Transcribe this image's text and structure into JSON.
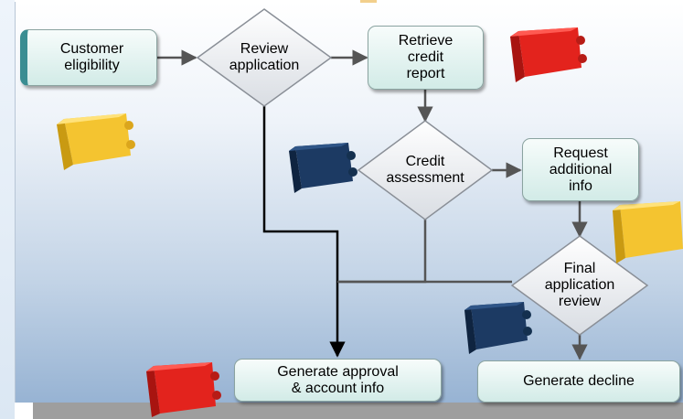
{
  "nodes": {
    "customer_eligibility": "Customer\neligibility",
    "review_application": "Review\napplication",
    "retrieve_credit_report": "Retrieve\ncredit\nreport",
    "credit_assessment": "Credit\nassessment",
    "request_additional_info": "Request\nadditional\ninfo",
    "final_application_review": "Final\napplication\nreview",
    "generate_approval": "Generate approval\n& account info",
    "generate_decline": "Generate decline"
  },
  "colors": {
    "box_fill_top": "#f7fcfb",
    "box_fill_bottom": "#d2ebe7",
    "accent_teal": "#3a8d92",
    "cube_red": "#e3231d",
    "cube_yellow": "#f4c430",
    "cube_navy": "#1c3a63"
  },
  "decorations": [
    "yellow-cube-icon",
    "red-cube-icon",
    "navy-cube-icon"
  ]
}
